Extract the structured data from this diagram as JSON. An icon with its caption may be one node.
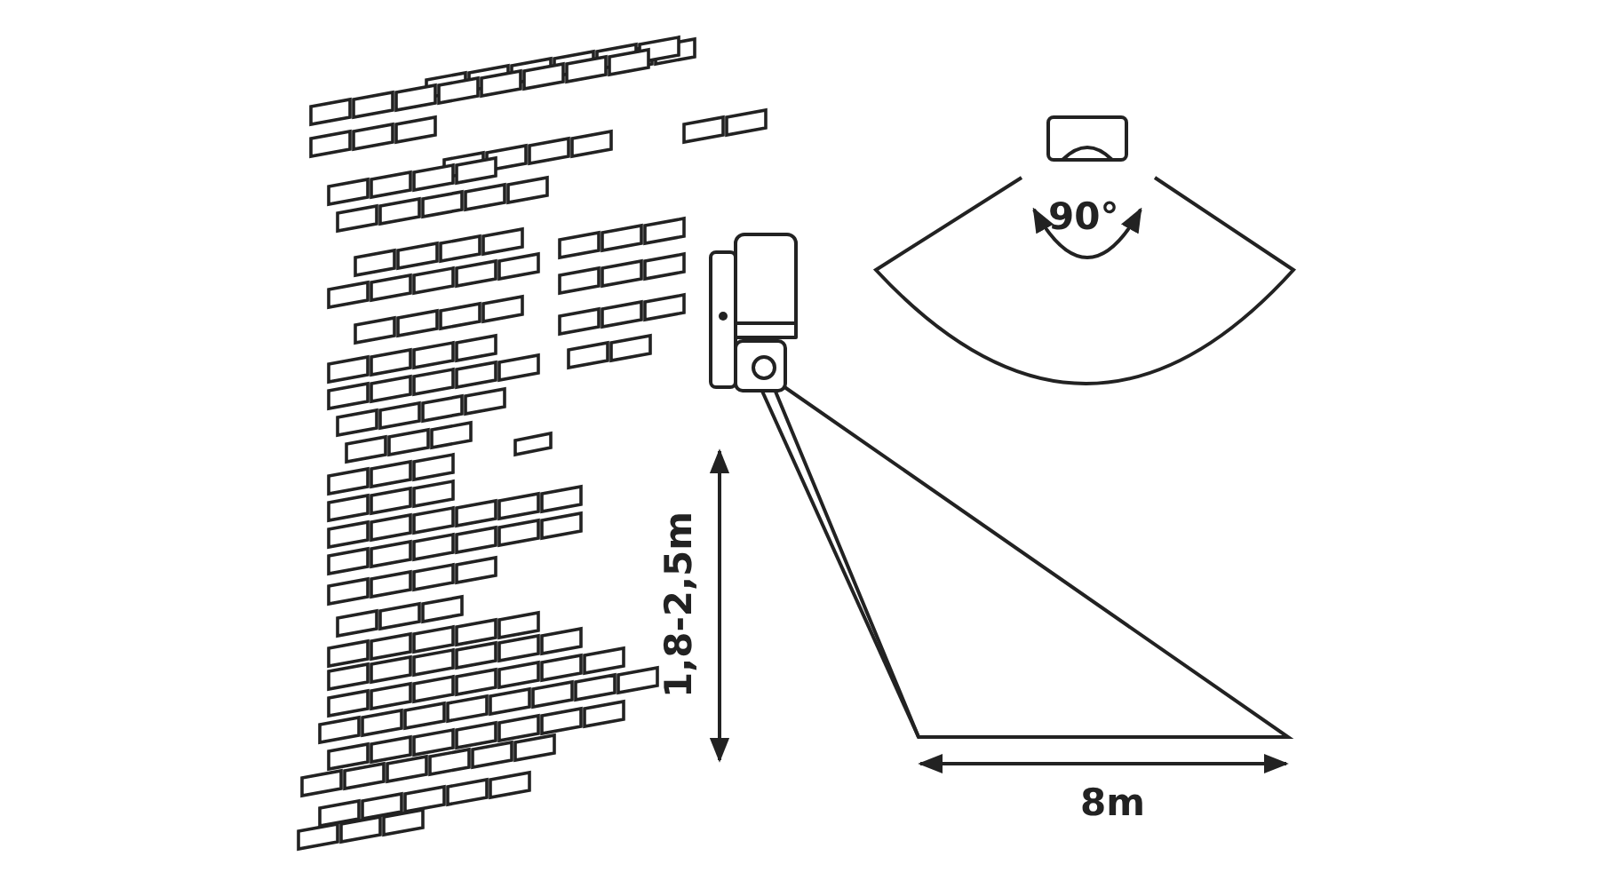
{
  "diagram": {
    "labels": [
      "90°",
      "1,8-2,5m",
      "8m"
    ]
  }
}
